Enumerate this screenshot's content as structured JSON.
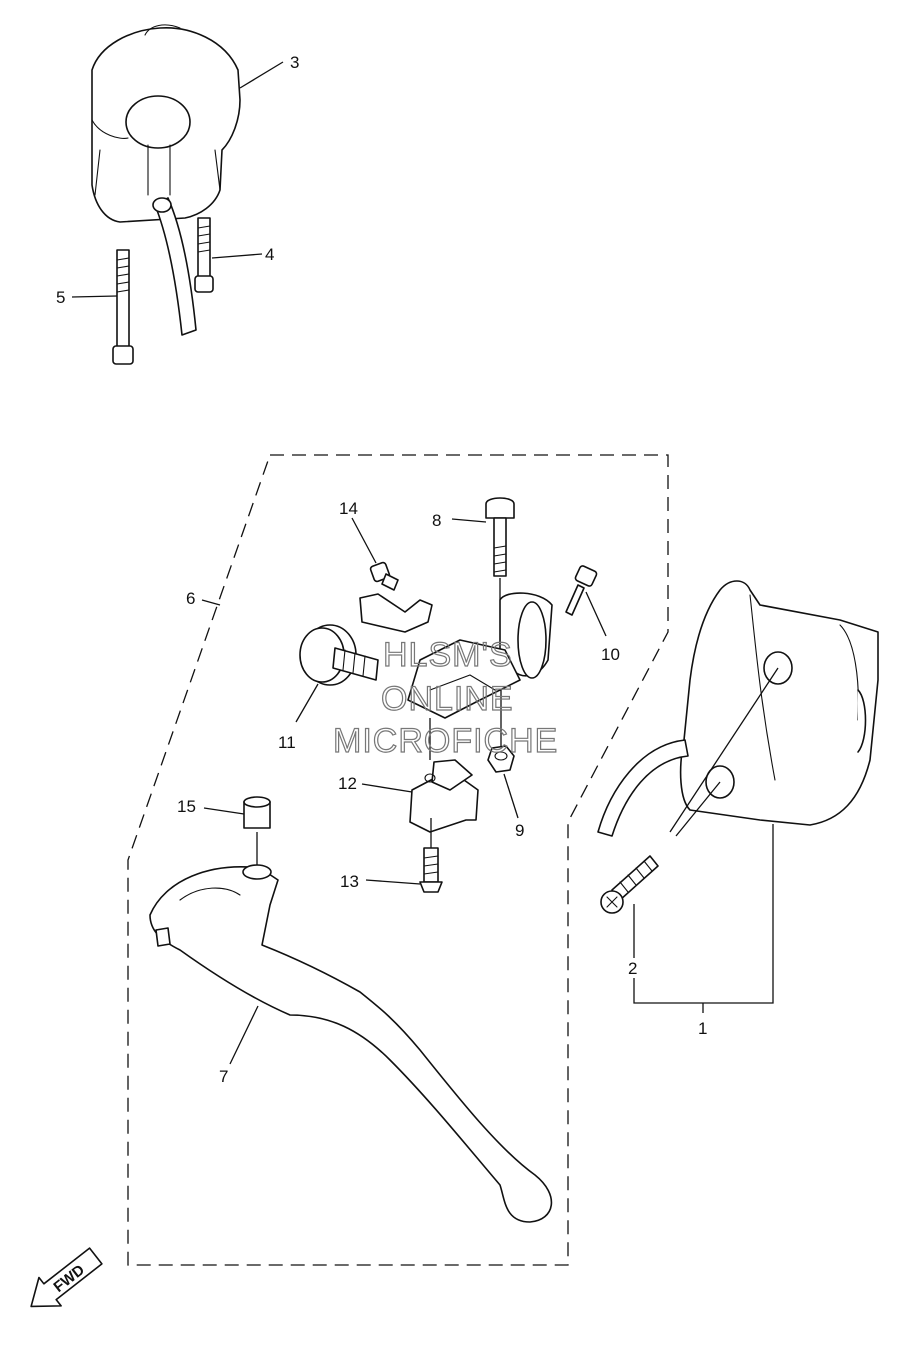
{
  "callouts": [
    {
      "id": "1",
      "label": "1"
    },
    {
      "id": "2",
      "label": "2"
    },
    {
      "id": "3",
      "label": "3"
    },
    {
      "id": "4",
      "label": "4"
    },
    {
      "id": "5",
      "label": "5"
    },
    {
      "id": "6",
      "label": "6"
    },
    {
      "id": "7",
      "label": "7"
    },
    {
      "id": "8",
      "label": "8"
    },
    {
      "id": "9",
      "label": "9"
    },
    {
      "id": "10",
      "label": "10"
    },
    {
      "id": "11",
      "label": "11"
    },
    {
      "id": "12",
      "label": "12"
    },
    {
      "id": "13",
      "label": "13"
    },
    {
      "id": "14",
      "label": "14"
    },
    {
      "id": "15",
      "label": "15"
    }
  ],
  "watermark": {
    "line1": "HLSM'S",
    "line2": "ONLINE",
    "line3": "MICROFICHE"
  },
  "direction_badge": {
    "label": "FWD"
  }
}
